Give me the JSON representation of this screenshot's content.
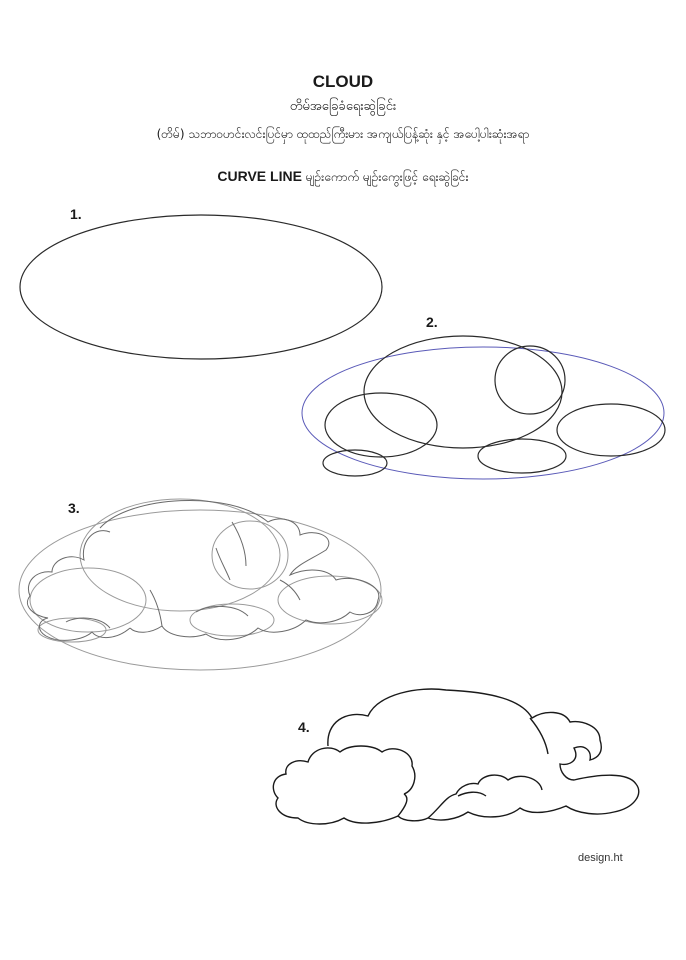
{
  "title": "CLOUD",
  "subtitle": "တိမ်အခြေခံရေးဆွဲခြင်း",
  "note": "(တိမ်) သဘာဝဟင်းလင်းပြင်မှာ ထုထည်ကြီးမား အကျယ်ပြန့်ဆုံး နှင့် အပေါ့ပါးဆုံးအရာ",
  "heading": {
    "en": "CURVE LINE",
    "my": " မျဉ်းကောက် မျဉ်းကွေးဖြင့် ရေးဆွဲခြင်း"
  },
  "steps": [
    {
      "label": "1."
    },
    {
      "label": "2."
    },
    {
      "label": "3."
    },
    {
      "label": "4."
    }
  ],
  "credit": "design.ht",
  "colors": {
    "ink": "#2a2a2a",
    "guide_blue": "#5a5ab8",
    "guide_gray": "#9a9a9a"
  }
}
